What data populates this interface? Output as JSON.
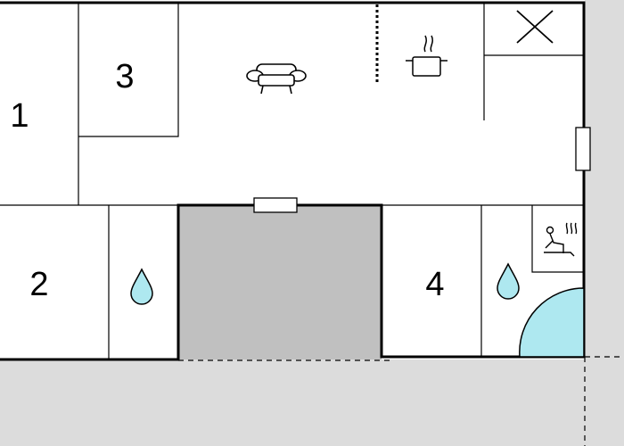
{
  "floor_plan": {
    "rooms": [
      {
        "id": "room-1",
        "label": "1",
        "type": "bedroom"
      },
      {
        "id": "room-2",
        "label": "2",
        "type": "bedroom"
      },
      {
        "id": "room-3",
        "label": "3",
        "type": "bedroom"
      },
      {
        "id": "room-4",
        "label": "4",
        "type": "bedroom"
      }
    ],
    "icons": [
      "sofa-icon",
      "cooking-pot-icon",
      "cross-icon",
      "water-drop-icon",
      "sauna-icon",
      "shower-icon"
    ],
    "colors": {
      "wall": "#000000",
      "terrace": "#dcdcdc",
      "garage": "#c0c0c0",
      "water": "#aee8f0",
      "shower": "#aee8f0"
    }
  }
}
